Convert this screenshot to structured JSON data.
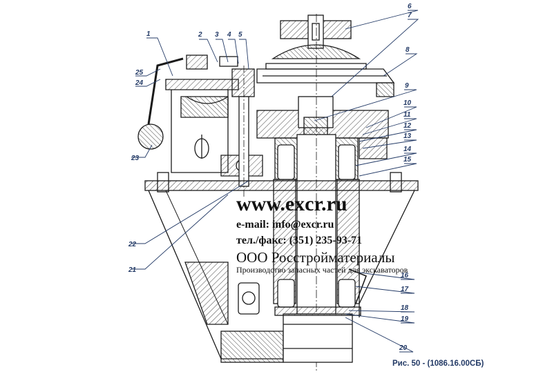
{
  "callouts": [
    "1",
    "2",
    "3",
    "4",
    "5",
    "6",
    "7",
    "8",
    "9",
    "10",
    "11",
    "12",
    "13",
    "14",
    "15",
    "16",
    "17",
    "18",
    "19",
    "20",
    "21",
    "22",
    "23",
    "24",
    "25"
  ],
  "watermark": {
    "url": "www.excr.ru",
    "email": "e-mail: info@excr.ru",
    "phone": "тел./факс: (351) 235-93-71",
    "company": "ООО Росстройматериалы",
    "tagline": "Производство запасных частей для экскаваторов"
  },
  "caption": "Рис. 50 - (1086.16.00СБ)",
  "colors": {
    "ink": "#1a1a1a",
    "callout": "#233a66",
    "hatch": "#555555"
  }
}
